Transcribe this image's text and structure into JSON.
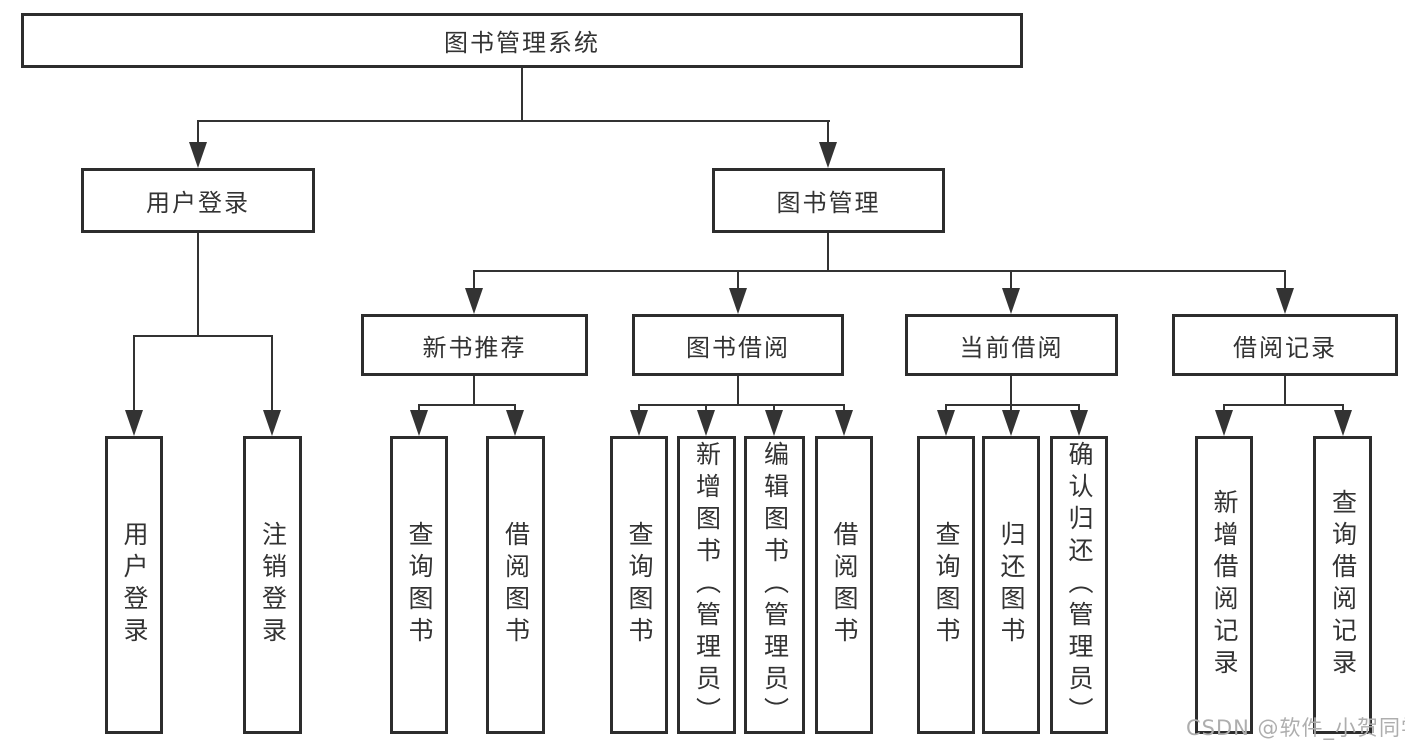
{
  "root": {
    "label": "图书管理系统"
  },
  "level2": {
    "user": {
      "label": "用户登录",
      "children": [
        "用户登录",
        "注销登录"
      ]
    },
    "book": {
      "label": "图书管理"
    }
  },
  "sections": {
    "recommend": {
      "label": "新书推荐",
      "children": [
        "查询图书",
        "借阅图书"
      ]
    },
    "borrow": {
      "label": "图书借阅",
      "children": [
        "查询图书",
        "新增图书（管理员）",
        "编辑图书（管理员）",
        "借阅图书"
      ]
    },
    "current": {
      "label": "当前借阅",
      "children": [
        "查询图书",
        "归还图书",
        "确认归还（管理员）"
      ]
    },
    "records": {
      "label": "借阅记录",
      "children": [
        "新增借阅记录",
        "查询借阅记录"
      ]
    }
  },
  "watermark": "CSDN @软件_小贺同学",
  "colors": {
    "border": "#2d2d2d",
    "line": "#333333",
    "text": "#333333",
    "watermark": "#aeaeae",
    "background": "#ffffff"
  }
}
